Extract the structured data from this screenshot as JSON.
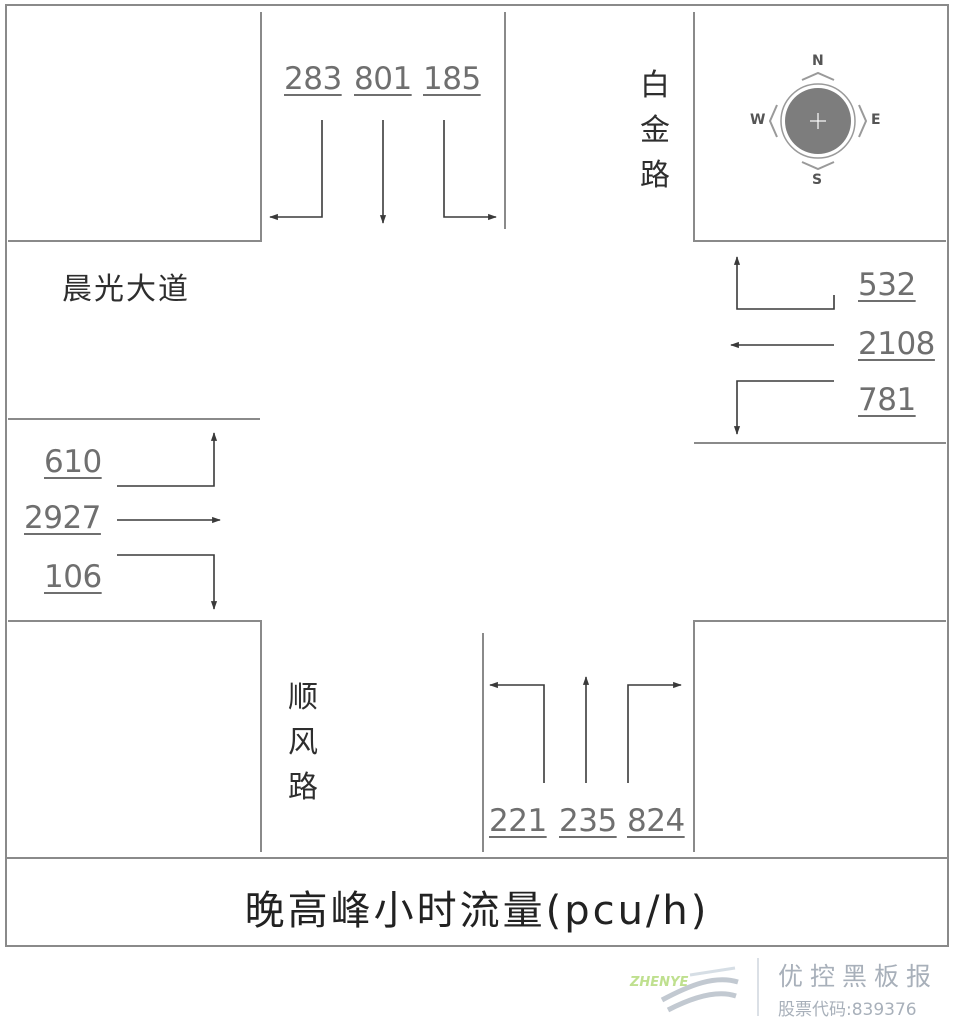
{
  "roads": {
    "east_west": "晨光大道",
    "north": "白金路",
    "south": "顺风路"
  },
  "caption": "晚高峰小时流量(pcu/h)",
  "compass": {
    "n": "N",
    "s": "S",
    "e": "E",
    "w": "W"
  },
  "approaches": {
    "north": {
      "right": "283",
      "through": "801",
      "left": "185"
    },
    "east": {
      "right": "532",
      "through": "2108",
      "left": "781"
    },
    "west": {
      "left": "610",
      "through": "2927",
      "right": "106"
    },
    "south": {
      "left": "221",
      "through": "235",
      "right": "824"
    }
  },
  "watermark": {
    "logo_text": "ZHENYE",
    "name": "优控黑板报",
    "code": "股票代码:839376"
  },
  "colors": {
    "line": "#8a8a8a",
    "arrow": "#3a3a3a",
    "number": "#6f6f6f",
    "compass": "#7d7d7d",
    "watermark": "#a8b0ba"
  }
}
